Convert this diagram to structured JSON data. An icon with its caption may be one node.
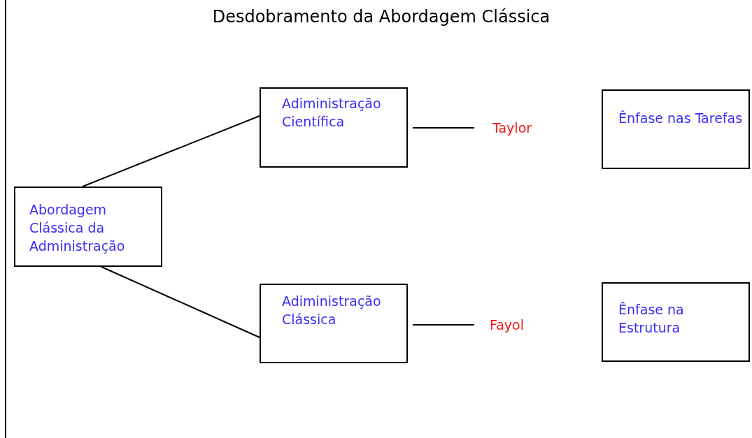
{
  "diagram": {
    "title": "Desdobramento da Abordagem Clássica",
    "nodes": [
      {
        "text": [
          "Abordagem Clássica da Administração"
        ]
      },
      {
        "text": [
          "Adiministração Científica"
        ]
      },
      {
        "text": [
          "Taylor"
        ]
      },
      {
        "text": [
          "Ênfase nas Tarefas"
        ]
      },
      {
        "text": [
          "Adiministração Clássica"
        ]
      },
      {
        "text": [
          "Fayol"
        ]
      },
      {
        "text": [
          "Ênfase na Estrutura"
        ]
      }
    ],
    "edges": [
      {
        "from": 0,
        "to": 1,
        "arrow": "none"
      },
      {
        "from": 0,
        "to": 4,
        "arrow": "none"
      },
      {
        "from": 1,
        "to": 2,
        "arrow": "none"
      },
      {
        "from": 4,
        "to": 5,
        "arrow": "none"
      }
    ]
  }
}
